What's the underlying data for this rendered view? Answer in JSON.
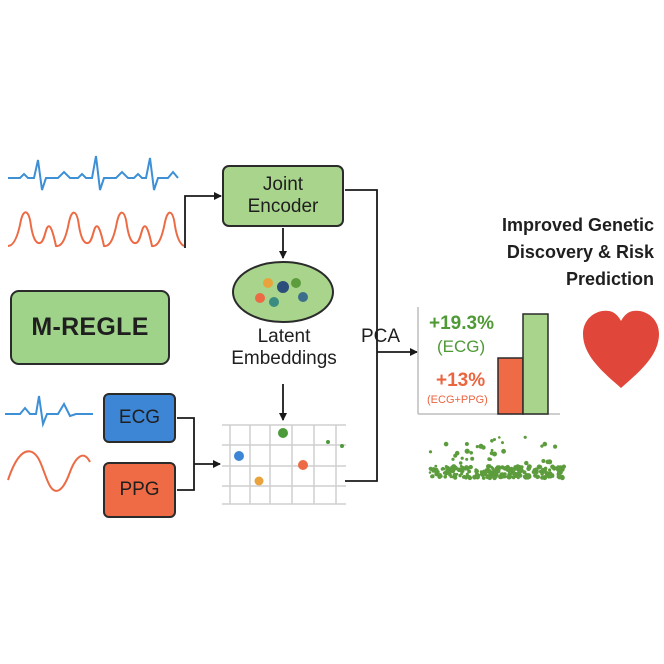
{
  "boxes": {
    "joint_encoder": "Joint\nEncoder",
    "m_regle": "M-REGLE",
    "ecg": "ECG",
    "ppg": "PPG"
  },
  "labels": {
    "latent_embeddings": "Latent\nEmbeddings",
    "pca": "PCA",
    "title": "Improved Genetic\nDiscovery & Risk\nPrediction"
  },
  "results": {
    "ecg_gain": "+19.3%",
    "ecg_gain_sub": "(ECG)",
    "combined_gain": "+13%",
    "combined_gain_sub": "(ECG+PPG)"
  },
  "bar_values": {
    "ecg_pct": 19.3,
    "combined_pct": 13
  },
  "colors": {
    "ecg_blue": "#3d86d6",
    "ppg_orange": "#ee6b45",
    "green": "#9fd38a",
    "heart_red": "#e0463a",
    "manhattan_green": "#5c9c3c"
  }
}
